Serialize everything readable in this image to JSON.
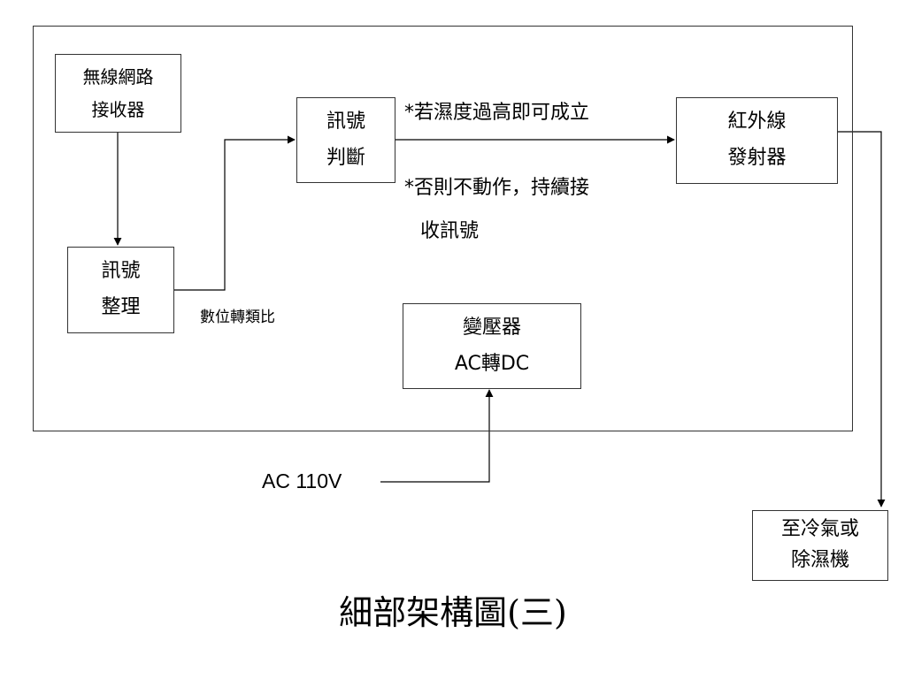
{
  "diagram": {
    "title": "細部架構圖(三)",
    "frame": "outer-system-frame",
    "nodes": {
      "wireless_receiver": {
        "lines": [
          "無線網路",
          "接收器"
        ]
      },
      "signal_processing": {
        "lines": [
          "訊號",
          "整理"
        ]
      },
      "signal_judgment": {
        "lines": [
          "訊號",
          "判斷"
        ]
      },
      "ir_emitter": {
        "lines": [
          "紅外線",
          "發射器"
        ]
      },
      "transformer": {
        "lines": [
          "變壓器",
          "AC轉DC"
        ]
      },
      "target_device": {
        "lines": [
          "至冷氣或",
          "除濕機"
        ]
      }
    },
    "labels": {
      "adc": "數位轉類比",
      "condition_true": "*若濕度過高即可成立",
      "condition_false_1": "*否則不動作，持續接",
      "condition_false_2": "收訊號",
      "power_input": "AC 110V"
    },
    "edges": [
      {
        "from": "wireless_receiver",
        "to": "signal_processing"
      },
      {
        "from": "signal_processing",
        "to": "signal_judgment",
        "label": "數位轉類比"
      },
      {
        "from": "signal_judgment",
        "to": "ir_emitter",
        "label": "*若濕度過高即可成立"
      },
      {
        "from": "ir_emitter",
        "to": "target_device"
      },
      {
        "from": "AC 110V",
        "to": "transformer"
      }
    ]
  }
}
